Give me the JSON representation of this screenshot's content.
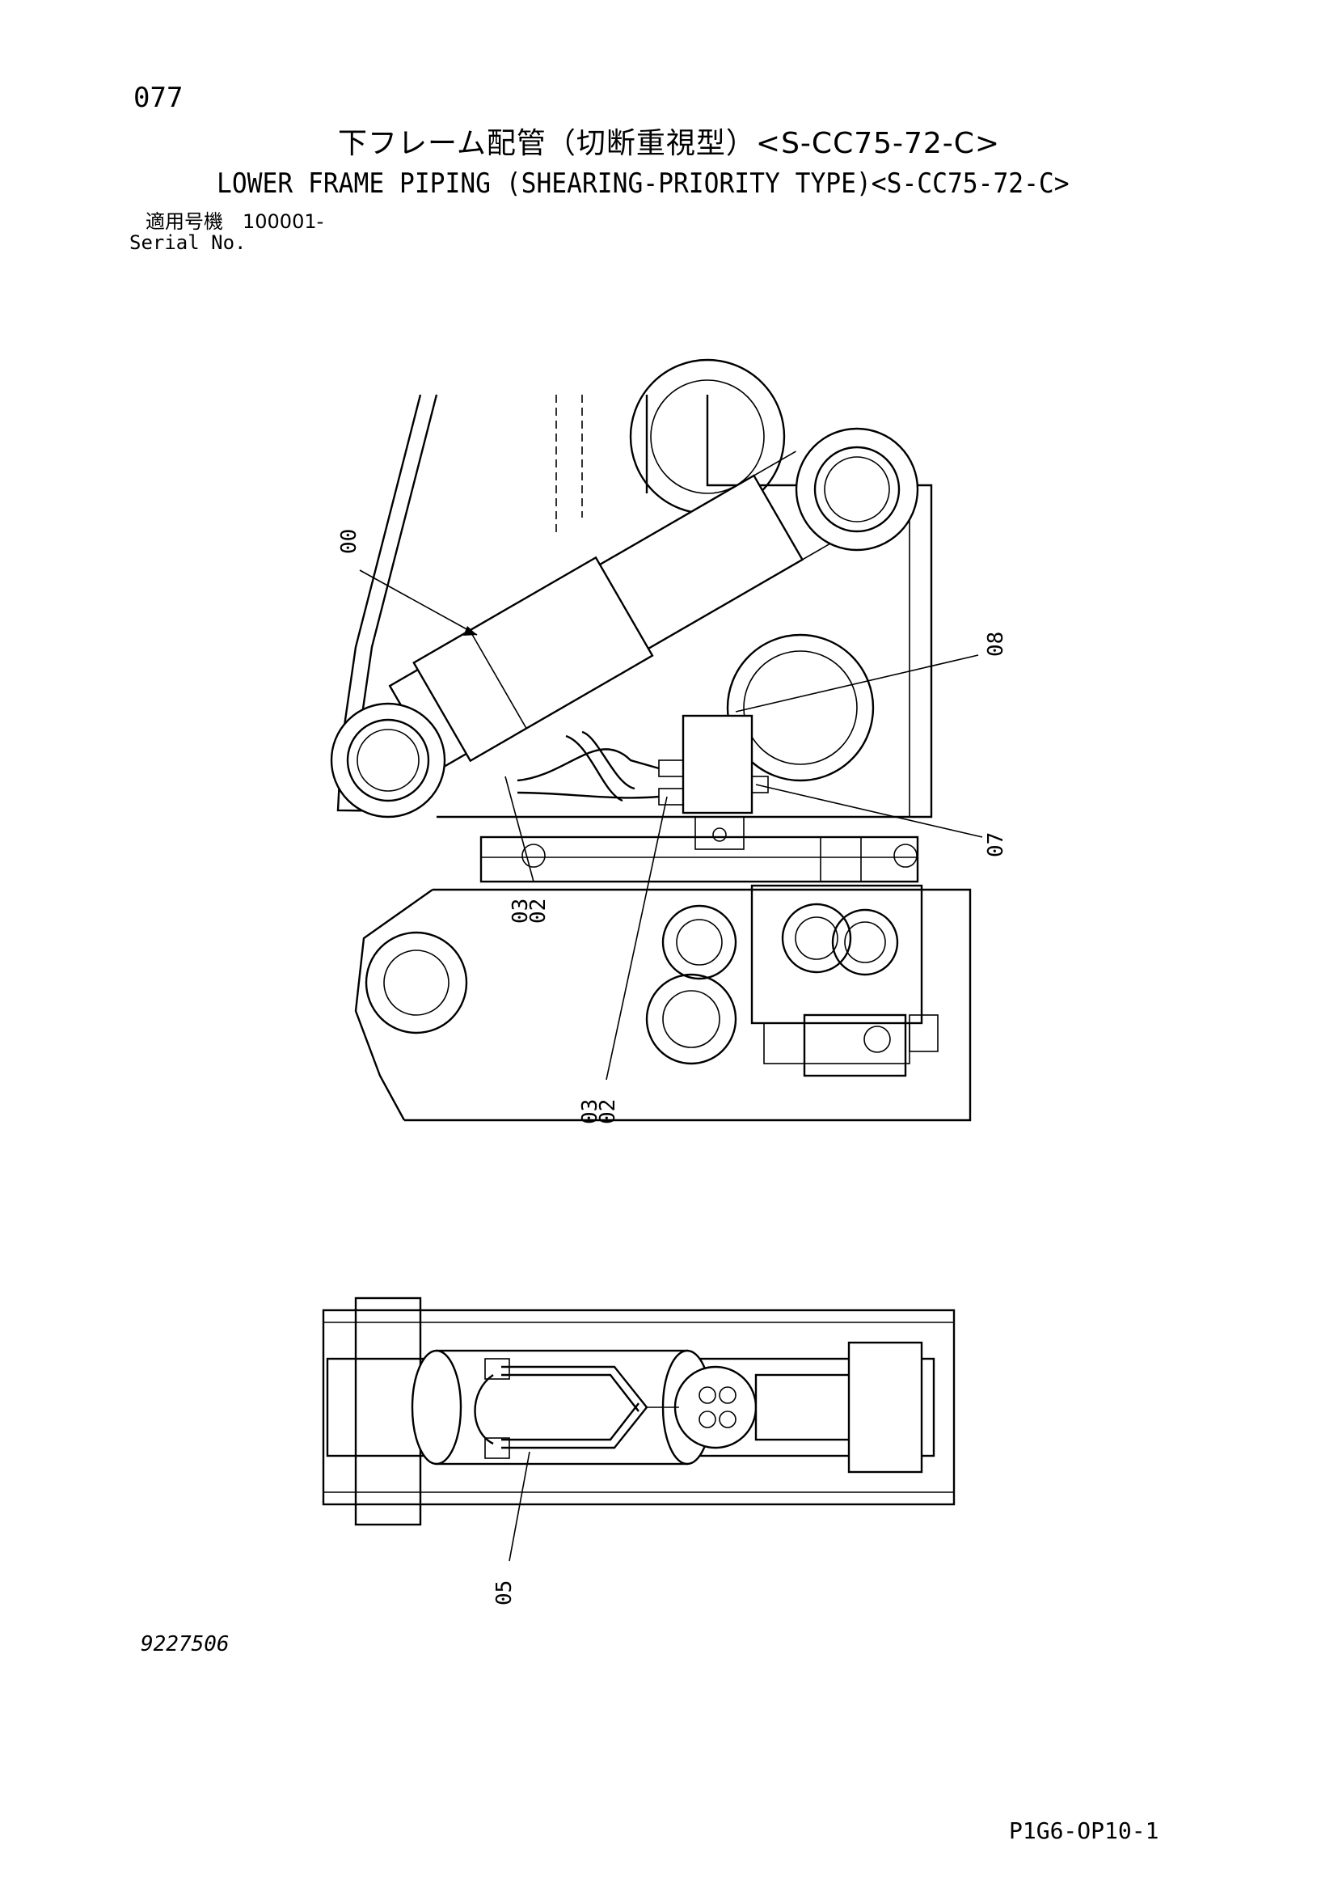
{
  "header": {
    "page_number": "077",
    "title_jp": "下フレーム配管（切断重視型）<S-CC75-72-C>",
    "title_en": "LOWER FRAME PIPING (SHEARING-PRIORITY TYPE)<S-CC75-72-C>",
    "serial_label_jp": "適用号機　100001-",
    "serial_label_en": "Serial No."
  },
  "callouts": {
    "c00": "00",
    "c08": "08",
    "c07": "07",
    "c0302a_top": "03",
    "c0302a_bottom": "02",
    "c0302b_top": "03",
    "c0302b_bottom": "02",
    "c05": "05"
  },
  "footer": {
    "drawing_number": "9227506",
    "page_code": "P1G6-OP10-1"
  }
}
